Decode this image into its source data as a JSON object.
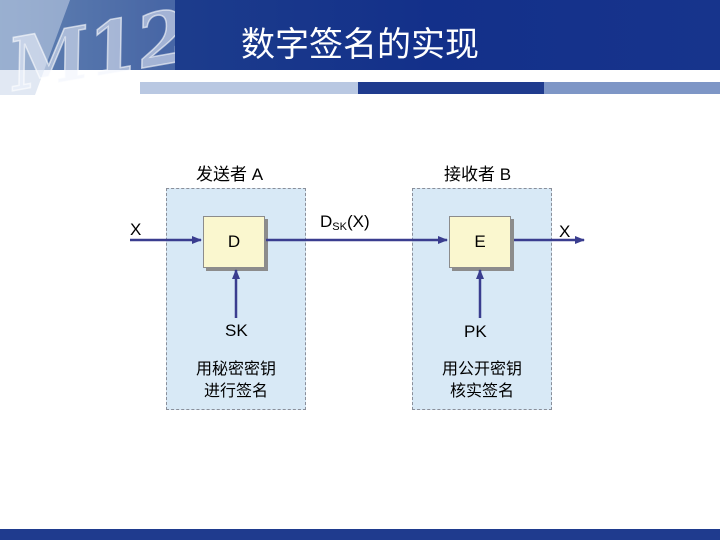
{
  "slide": {
    "title": "数字签名的实现",
    "logo_text": "M12"
  },
  "diagram": {
    "sender": {
      "title": "发送者 A",
      "box_label": "D",
      "key_label": "SK",
      "note_line1": "用秘密密钥",
      "note_line2": "进行签名"
    },
    "receiver": {
      "title": "接收者 B",
      "box_label": "E",
      "key_label": "PK",
      "note_line1": "用公开密钥",
      "note_line2": "核实签名"
    },
    "input_label": "X",
    "output_label": "X",
    "signature": {
      "main": "D",
      "subscript": "SK",
      "argument": "(X)"
    }
  },
  "colors": {
    "header": "#1d3d8c",
    "arrow": "#3a3d8f",
    "panel_fill": "#d8e9f6",
    "box_fill": "#faf7cf"
  }
}
